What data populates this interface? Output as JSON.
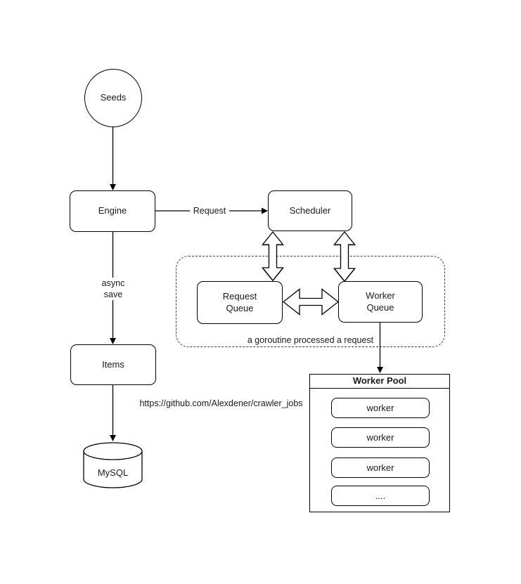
{
  "diagram": {
    "nodes": {
      "seeds": {
        "label": "Seeds"
      },
      "engine": {
        "label": "Engine"
      },
      "scheduler": {
        "label": "Scheduler"
      },
      "items": {
        "label": "Items"
      },
      "mysql": {
        "label": "MySQL"
      },
      "request_queue": {
        "line1": "Request",
        "line2": "Queue"
      },
      "worker_queue": {
        "line1": "Worker",
        "line2": "Queue"
      }
    },
    "edge_labels": {
      "engine_to_scheduler": "Request",
      "engine_to_items_line1": "async",
      "engine_to_items_line2": "save"
    },
    "goroutine_group": {
      "caption": "a goroutine processed a request"
    },
    "worker_pool": {
      "title": "Worker Pool",
      "workers": [
        "worker",
        "worker",
        "worker",
        "...."
      ]
    },
    "note_url": "https://github.com/Alexdener/crawler_jobs",
    "colors": {
      "stroke": "#000000",
      "background": "#ffffff",
      "dashed_stroke": "#3f3f3f"
    }
  }
}
